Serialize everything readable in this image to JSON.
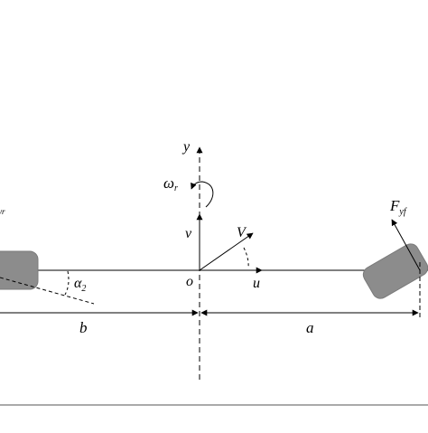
{
  "labels": {
    "y_axis": "y",
    "u_axis": "u",
    "origin": "o",
    "velocity_v": "v",
    "velocity_V": "V",
    "omega": "ω",
    "omega_sub": "r",
    "force": "F",
    "force_sub": "yf",
    "alpha": "α",
    "alpha_sub": "2",
    "dim_b": "b",
    "dim_a": "a",
    "edge_fragment": "yr"
  },
  "colors": {
    "line": "#000000",
    "wheel_fill": "#8c8c8c",
    "wheel_stroke": "#6f6f6f",
    "baseline": "#555555"
  },
  "icons": {
    "arrowhead": "filled-triangle",
    "rotation": "curved-arrow"
  }
}
